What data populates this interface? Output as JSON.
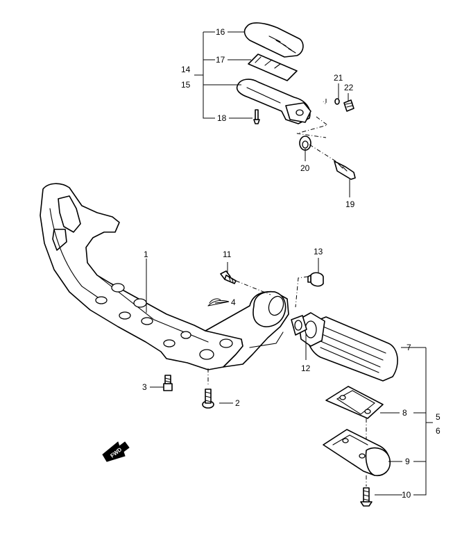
{
  "diagram": {
    "callouts": {
      "c1": "1",
      "c2": "2",
      "c3": "3",
      "c4": "4",
      "c5": "5",
      "c6": "6",
      "c7": "7",
      "c8": "8",
      "c9": "9",
      "c10": "10",
      "c11": "11",
      "c12": "12",
      "c13": "13",
      "c14": "14",
      "c15": "15",
      "c16": "16",
      "c17": "17",
      "c18": "18",
      "c19": "19",
      "c20": "20",
      "c21": "21",
      "c22": "22"
    },
    "fwd_label": "FWD",
    "colors": {
      "line": "#000000",
      "background": "#ffffff"
    }
  }
}
